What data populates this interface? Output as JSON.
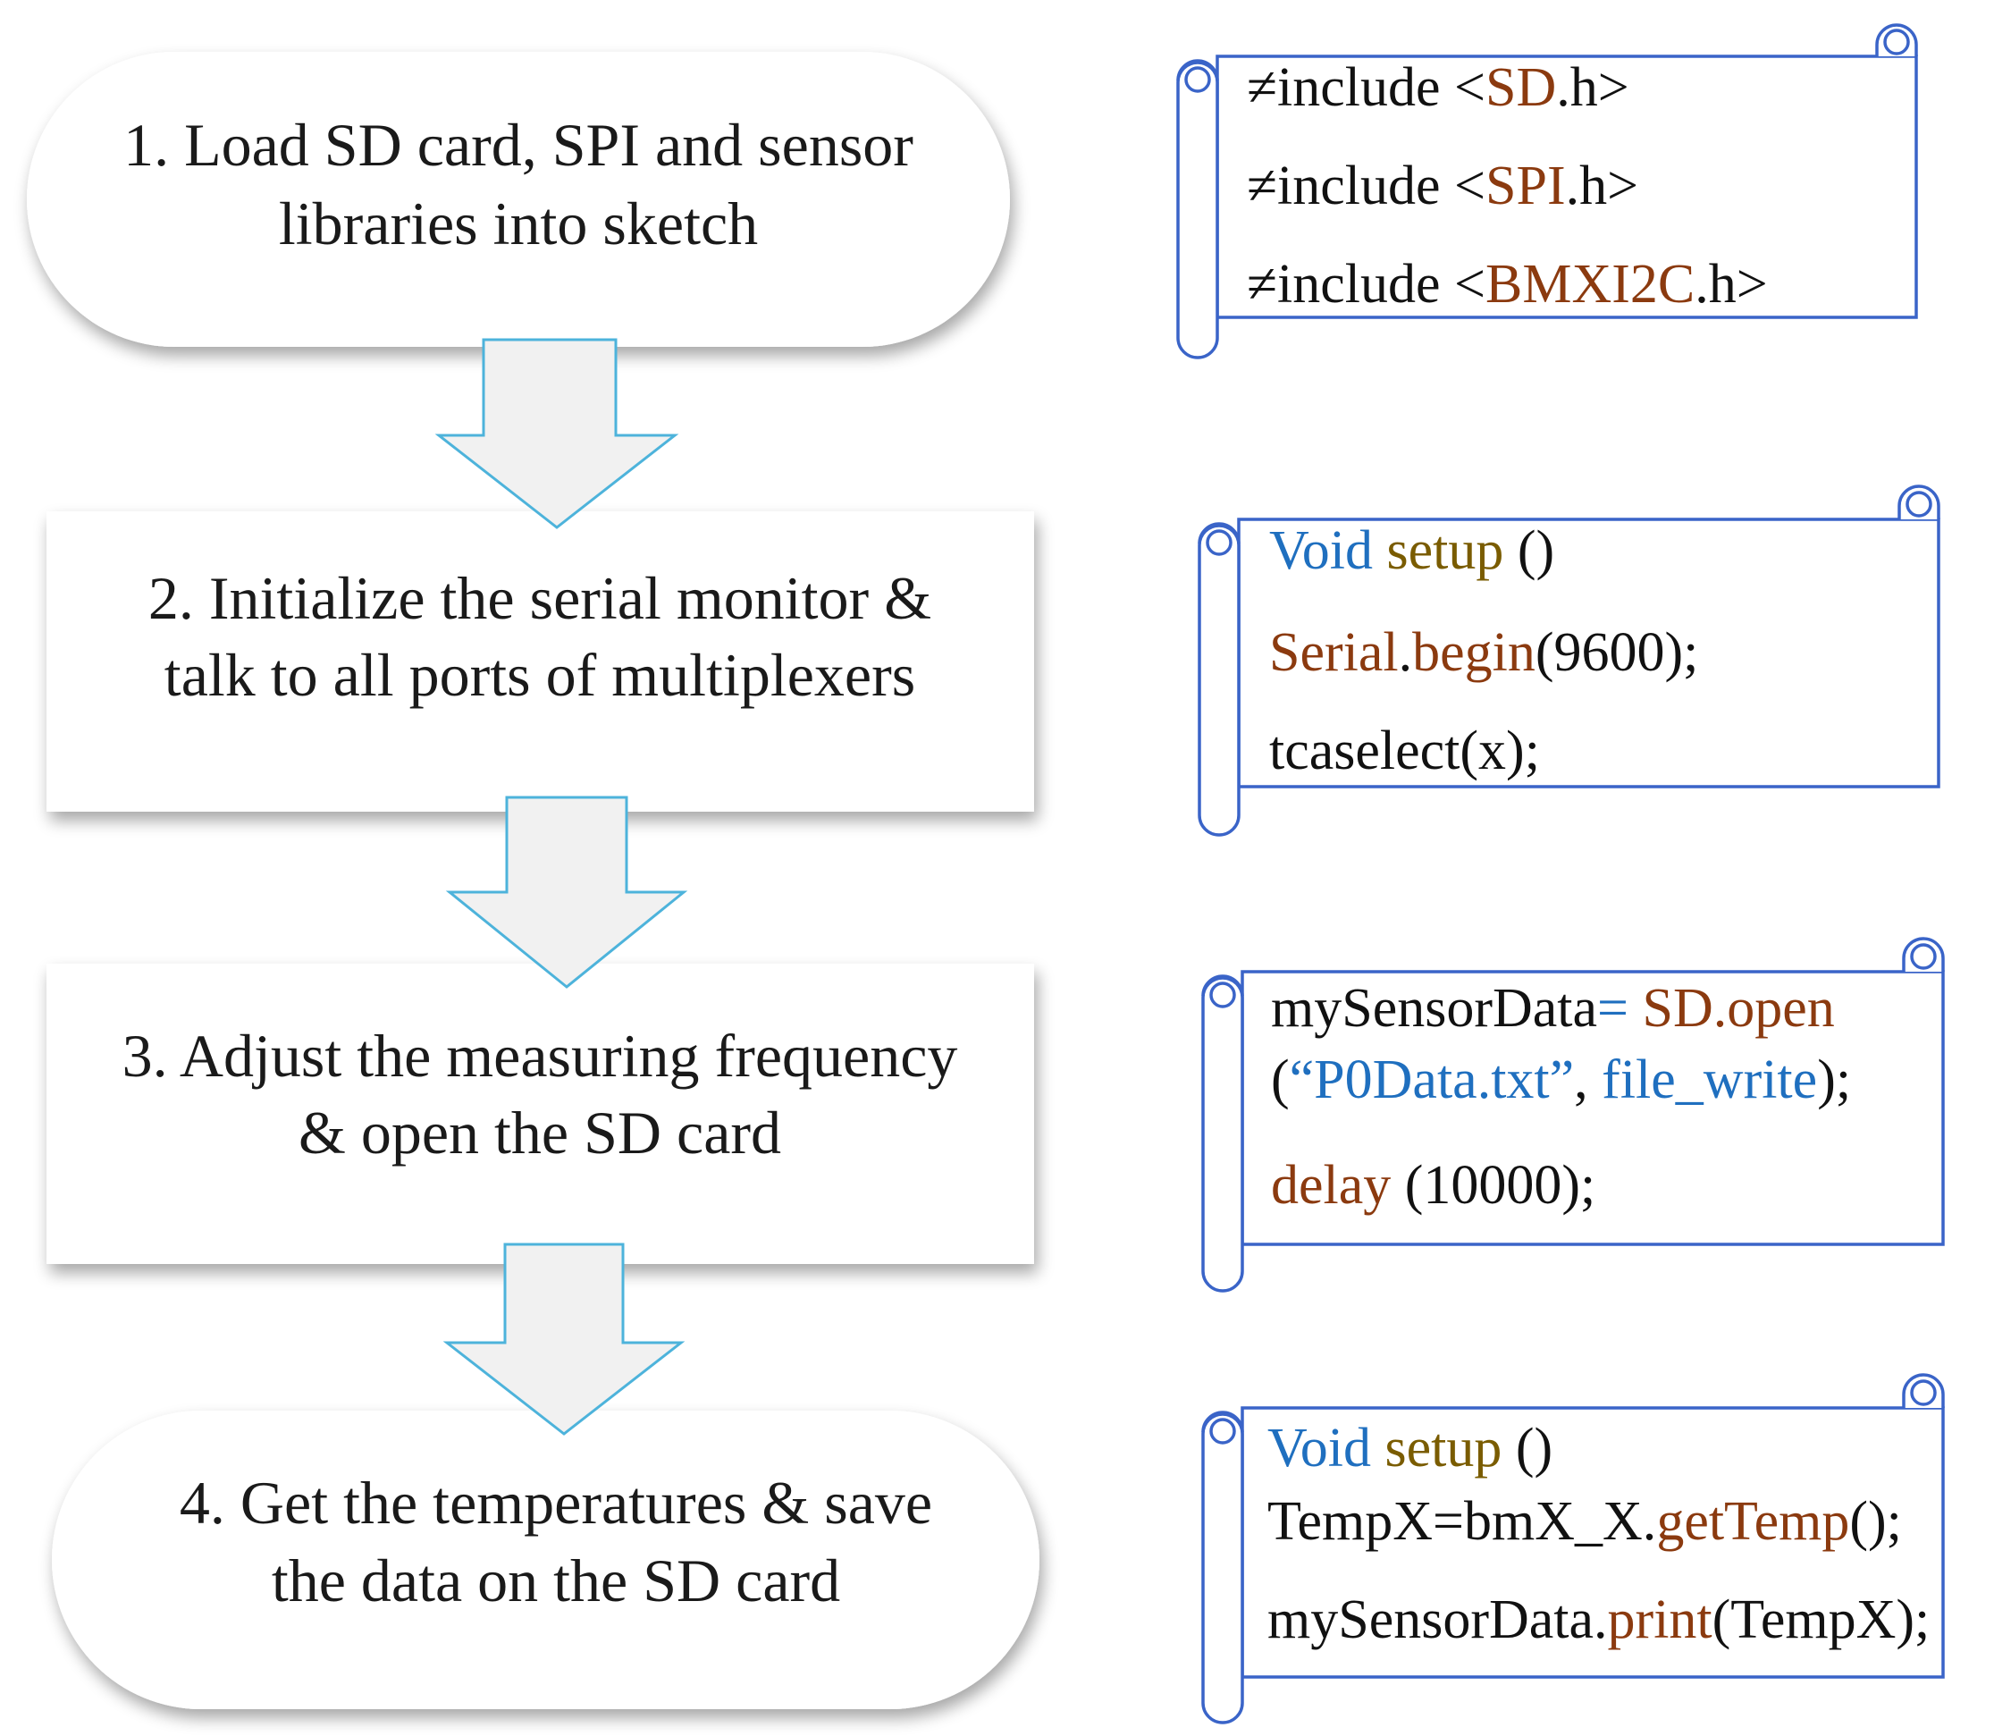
{
  "steps": [
    {
      "id": 1,
      "shape": "stadium",
      "lines": [
        "1. Load SD card, SPI and sensor",
        "libraries into sketch"
      ]
    },
    {
      "id": 2,
      "shape": "rectangle",
      "lines": [
        "2. Initialize the serial monitor &",
        "talk to all ports of multiplexers"
      ]
    },
    {
      "id": 3,
      "shape": "rectangle",
      "lines": [
        "3. Adjust the measuring frequency",
        "& open the SD card"
      ]
    },
    {
      "id": 4,
      "shape": "stadium",
      "lines": [
        "4. Get the temperatures & save",
        "the data on the SD card"
      ]
    }
  ],
  "code_scrolls": [
    {
      "lines": [
        [
          {
            "t": "≠include <",
            "c": "black"
          },
          {
            "t": "SD",
            "c": "brown"
          },
          {
            "t": ".h>",
            "c": "black"
          }
        ],
        [
          {
            "t": "≠include <",
            "c": "black"
          },
          {
            "t": "SPI",
            "c": "brown"
          },
          {
            "t": ".h>",
            "c": "black"
          }
        ],
        [
          {
            "t": "≠include <",
            "c": "black"
          },
          {
            "t": "BMXI2C",
            "c": "brown"
          },
          {
            "t": ".h>",
            "c": "black"
          }
        ]
      ]
    },
    {
      "lines": [
        [
          {
            "t": "Void ",
            "c": "blue"
          },
          {
            "t": "setup",
            "c": "olive"
          },
          {
            "t": " ()",
            "c": "black"
          }
        ],
        [
          {
            "t": "Serial",
            "c": "brown"
          },
          {
            "t": ".",
            "c": "black"
          },
          {
            "t": "begin",
            "c": "brown"
          },
          {
            "t": "(9600);",
            "c": "black"
          }
        ],
        [
          {
            "t": "tcaselect(x);",
            "c": "black"
          }
        ]
      ]
    },
    {
      "lines": [
        [
          {
            "t": "mySensorData",
            "c": "black"
          },
          {
            "t": "= ",
            "c": "blue"
          },
          {
            "t": "SD.open",
            "c": "brown"
          }
        ],
        [
          {
            "t": "(",
            "c": "black"
          },
          {
            "t": "“P0Data.txt”",
            "c": "blue"
          },
          {
            "t": ", ",
            "c": "black"
          },
          {
            "t": "file_write",
            "c": "blue"
          },
          {
            "t": ");",
            "c": "black"
          }
        ],
        [
          {
            "t": "delay",
            "c": "brown"
          },
          {
            "t": " (10000);",
            "c": "black"
          }
        ]
      ]
    },
    {
      "lines": [
        [
          {
            "t": "Void ",
            "c": "blue"
          },
          {
            "t": "setup",
            "c": "olive"
          },
          {
            "t": " ()",
            "c": "black"
          }
        ],
        [
          {
            "t": "TempX=bmX_X.",
            "c": "black"
          },
          {
            "t": "getTemp",
            "c": "brown"
          },
          {
            "t": "();",
            "c": "black"
          }
        ],
        [
          {
            "t": "mySensorData.",
            "c": "black"
          },
          {
            "t": "print",
            "c": "brown"
          },
          {
            "t": "(TempX);",
            "c": "black"
          }
        ]
      ]
    }
  ],
  "colors": {
    "black": "#111111",
    "brown": "#8B3A0F",
    "blue": "#1F6FBF",
    "olive": "#7A5C00",
    "scroll_stroke": "#3A64C8",
    "arrow_stroke": "#4DB3DB",
    "arrow_fill": "#F1F1F1",
    "box_fill": "#FFFFFF"
  }
}
